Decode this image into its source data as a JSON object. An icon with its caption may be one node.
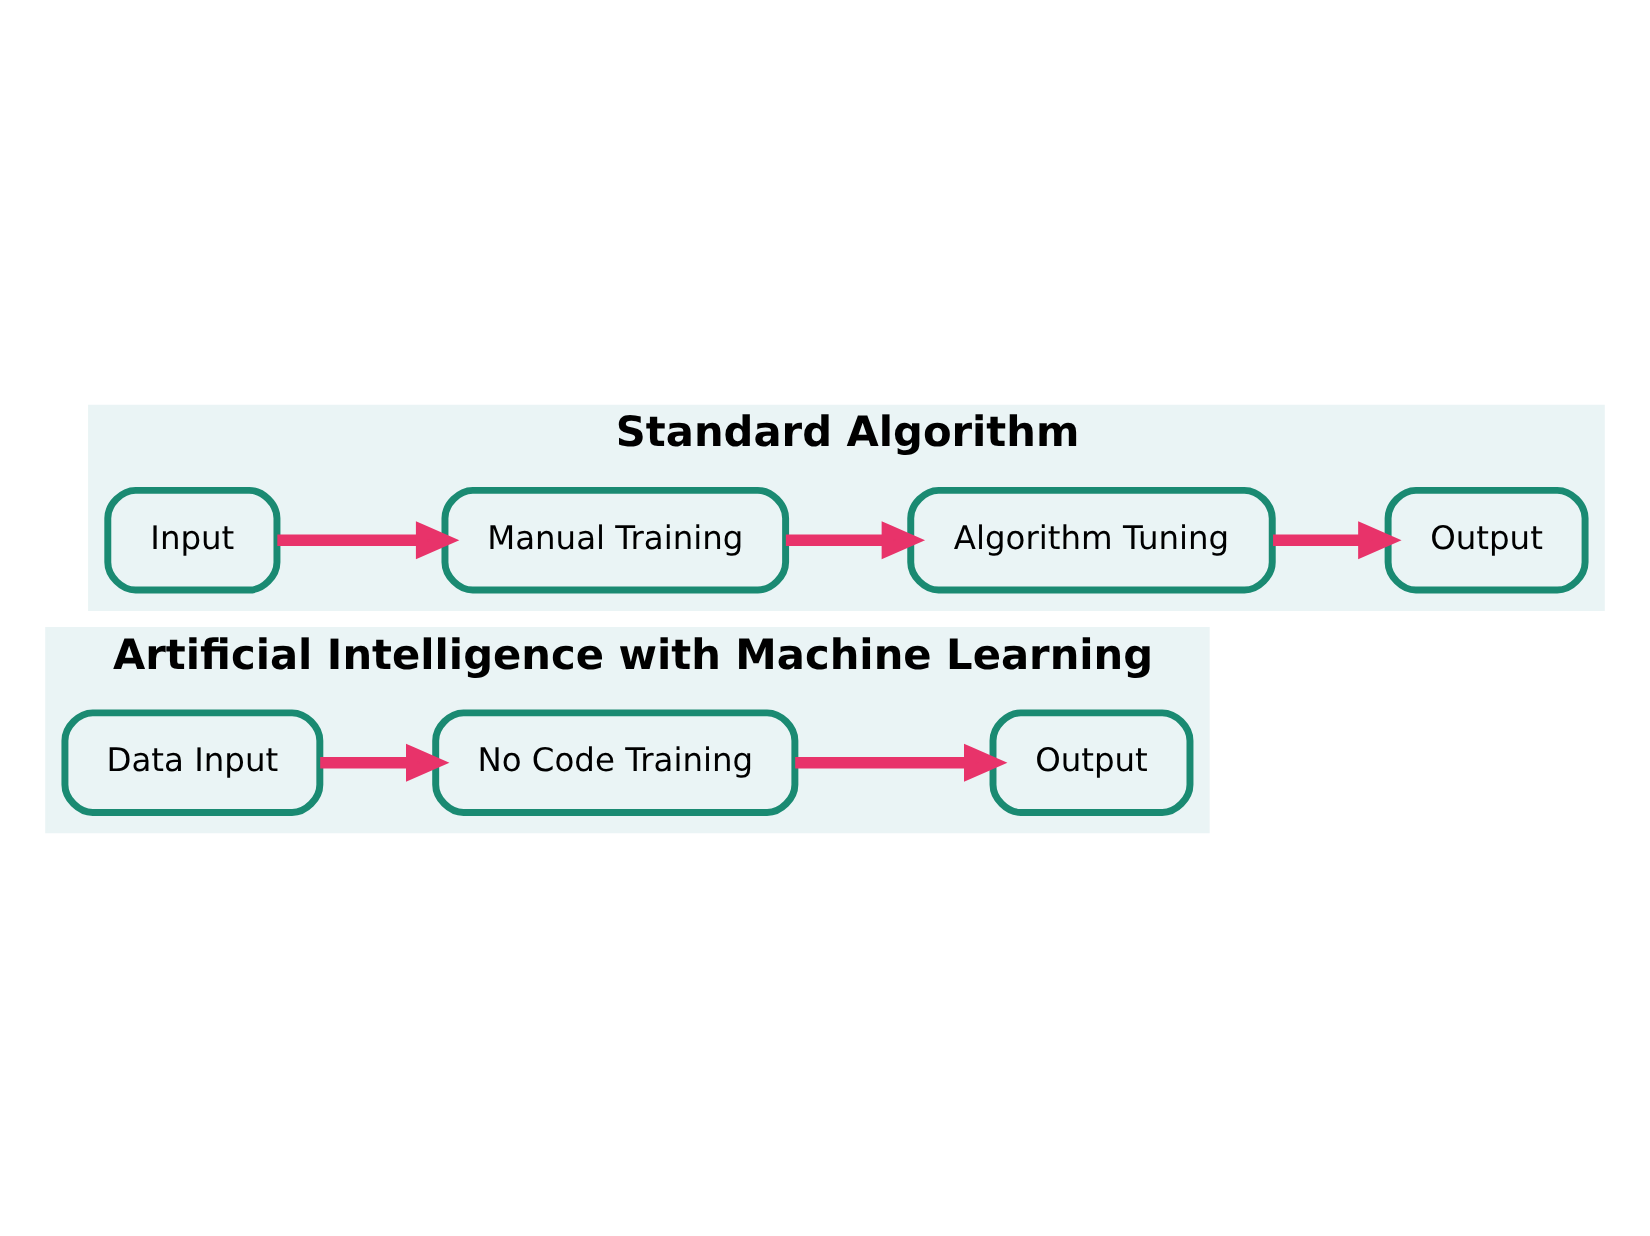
{
  "diagram": {
    "nodes": [
      {
        "text": [
          "Standard Algorithm"
        ]
      },
      {
        "text": [
          "Input"
        ],
        "in": 0
      },
      {
        "text": [
          "Manual Training"
        ],
        "in": 0
      },
      {
        "text": [
          "Algorithm Tuning"
        ],
        "in": 0
      },
      {
        "text": [
          "Output"
        ],
        "in": 0
      },
      {
        "text": [
          "Artificial Intelligence with Machine Learning"
        ]
      },
      {
        "text": [
          "Data Input"
        ],
        "in": 5
      },
      {
        "text": [
          "No Code Training"
        ],
        "in": 5
      },
      {
        "text": [
          "Output"
        ],
        "in": 5
      }
    ],
    "edges": [
      {
        "from": 1,
        "to": 2,
        "arrow": "to"
      },
      {
        "from": 2,
        "to": 3,
        "arrow": "to"
      },
      {
        "from": 3,
        "to": 4,
        "arrow": "to"
      },
      {
        "from": 6,
        "to": 7,
        "arrow": "to"
      },
      {
        "from": 7,
        "to": 8,
        "arrow": "to"
      }
    ]
  }
}
